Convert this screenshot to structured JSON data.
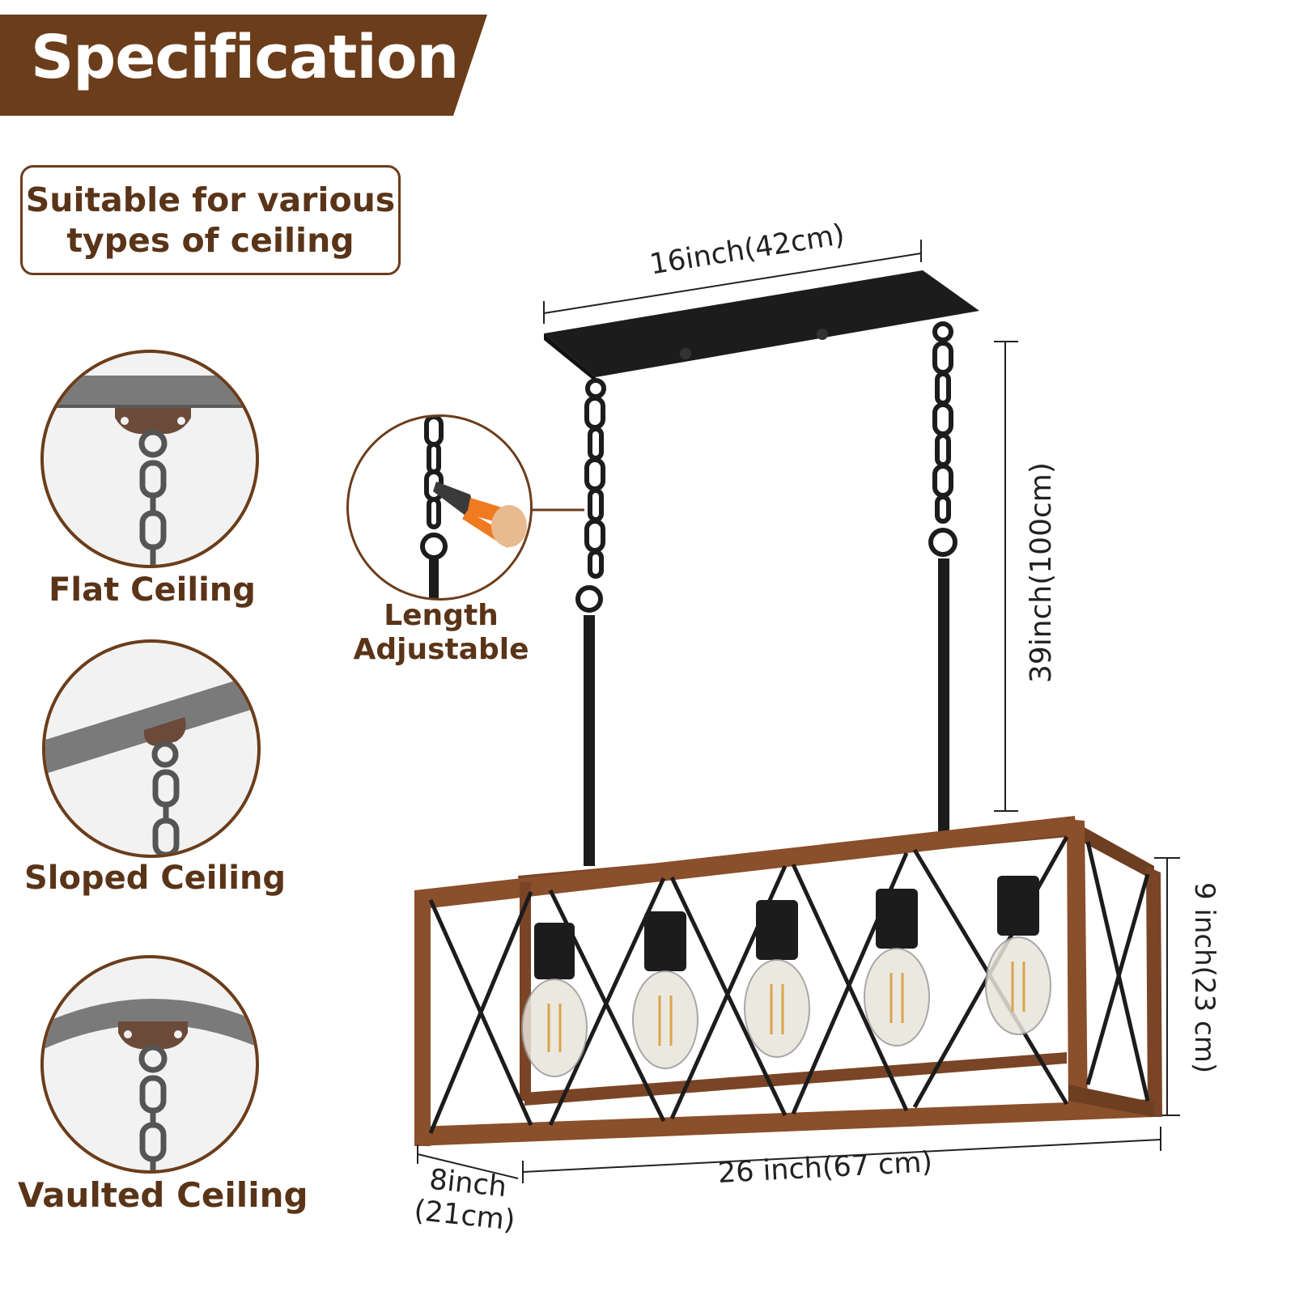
{
  "banner": {
    "title": "Specification",
    "color": "#6b3d1b"
  },
  "suitable": {
    "text_line1": "Suitable for various",
    "text_line2": "types of ceiling"
  },
  "ceilings": [
    {
      "label": "Flat Ceiling",
      "icon": "flat-ceiling-icon"
    },
    {
      "label": "Sloped Ceiling",
      "icon": "sloped-ceiling-icon"
    },
    {
      "label": "Vaulted Ceiling",
      "icon": "vaulted-ceiling-icon"
    }
  ],
  "adjustable": {
    "line1": "Length",
    "line2": "Adjustable",
    "icon": "pliers-chain-icon"
  },
  "dimensions": {
    "canopy": "16inch(42cm)",
    "height": "39inch(100cm)",
    "box_height": "9 inch(23 cm)",
    "length": "26 inch(67 cm)",
    "depth_line1": "8inch",
    "depth_line2": "(21cm)"
  },
  "colors": {
    "brown": "#6b3d1b",
    "wood": "#7a4526",
    "metal": "#1c1c1c",
    "accent": "#f07a20"
  }
}
